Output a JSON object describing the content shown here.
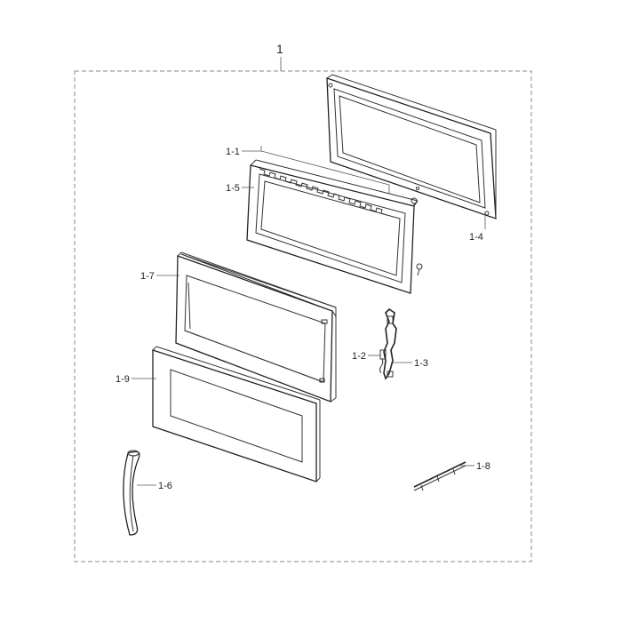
{
  "assembly": {
    "number": "1",
    "parts": [
      {
        "id": "part-1-1",
        "label": "1-1"
      },
      {
        "id": "part-1-2",
        "label": "1-2"
      },
      {
        "id": "part-1-3",
        "label": "1-3"
      },
      {
        "id": "part-1-4",
        "label": "1-4"
      },
      {
        "id": "part-1-5",
        "label": "1-5"
      },
      {
        "id": "part-1-6",
        "label": "1-6"
      },
      {
        "id": "part-1-7",
        "label": "1-7"
      },
      {
        "id": "part-1-8",
        "label": "1-8"
      },
      {
        "id": "part-1-9",
        "label": "1-9"
      }
    ]
  },
  "colors": {
    "line": "#222222",
    "border": "#8a8a8a",
    "background": "#ffffff"
  }
}
